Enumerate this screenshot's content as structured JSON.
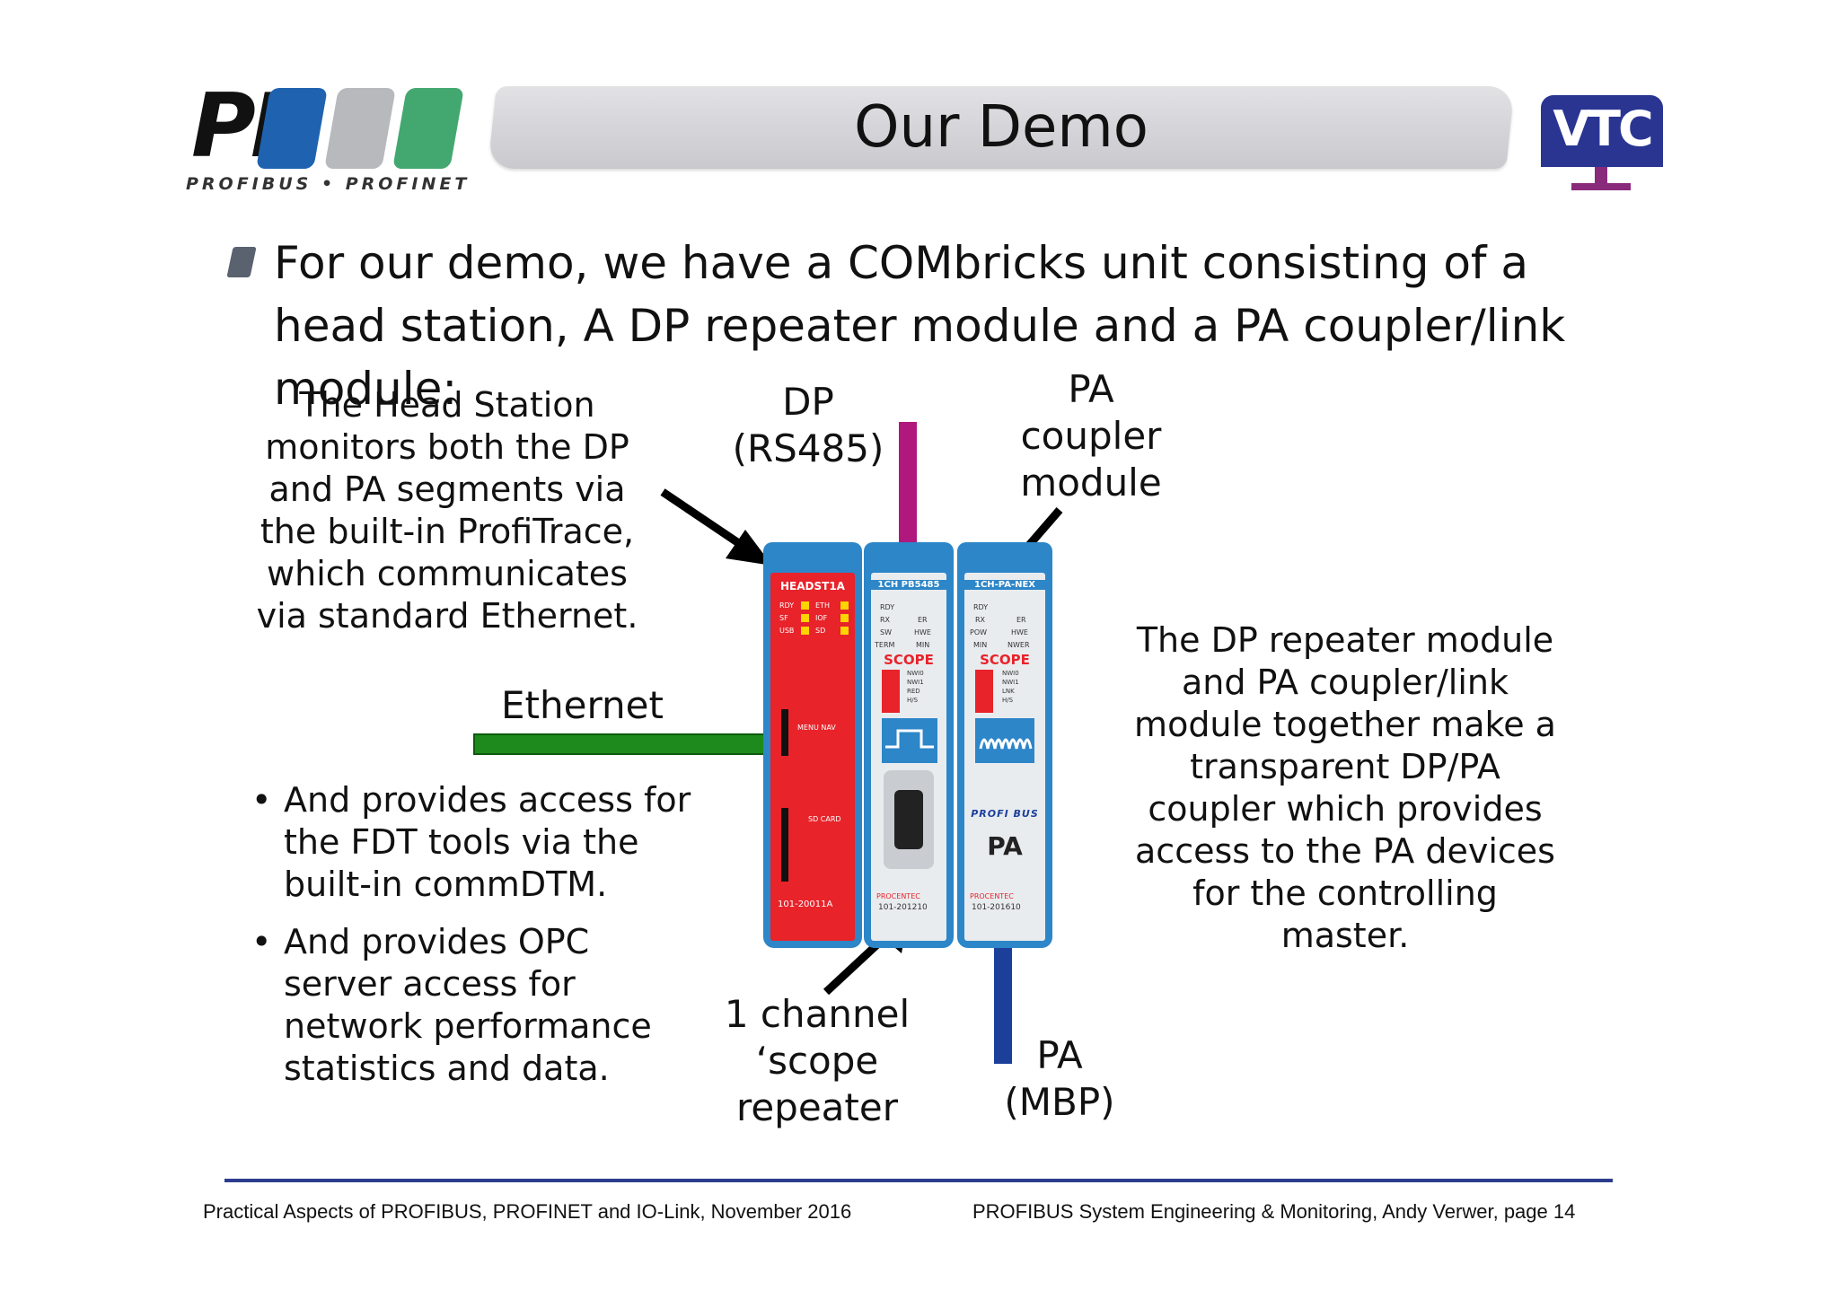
{
  "header": {
    "logo_text": "PI",
    "logo_subtitle": "PROFIBUS • PROFINET",
    "title": "Our Demo",
    "vtc_logo_text": "VTC"
  },
  "intro_bullet": "For our demo, we have a COMbricks unit consisting of a head station, A DP repeater module and a PA coupler/link module:",
  "annotations": {
    "head_station": "The Head Station monitors both the DP and PA segments via the built-in ProfiTrace, which communicates via standard Ethernet.",
    "dp_label_line1": "DP",
    "dp_label_line2": "(RS485)",
    "pa_coupler_line1": "PA",
    "pa_coupler_line2": "coupler",
    "pa_coupler_line3": "module",
    "ethernet": "Ethernet",
    "fdt_bullet": "And provides access for the FDT tools via the built-in commDTM.",
    "opc_bullet": "And provides OPC server access for network performance statistics and data.",
    "scope_line1": "1 channel",
    "scope_line2": "‘scope",
    "scope_line3": "repeater",
    "pa_mbp_line1": "PA",
    "pa_mbp_line2": "(MBP)",
    "dp_repeater_text": "The DP repeater module and PA coupler/link module together make a transparent DP/PA coupler which provides access to the PA devices for the controlling master."
  },
  "device": {
    "head_module": {
      "label": "HEADST1A",
      "leds_left": [
        "RDY",
        "SF",
        "USB"
      ],
      "leds_right": [
        "ETH",
        "IOF",
        "SD"
      ],
      "menu_label": "MENU NAV",
      "sd_label": "SD CARD",
      "part_number": "101-20011A"
    },
    "repeater_module": {
      "label": "1CH PB5485",
      "status_rows": [
        [
          "RDY",
          ""
        ],
        [
          "RX",
          "ER"
        ],
        [
          "SW",
          "HWE"
        ],
        [
          "TERM",
          "MIN"
        ]
      ],
      "scope_text": "SCOPE",
      "switch_labels": [
        "NWI0",
        "NWI1",
        "RED",
        "H/S"
      ],
      "brand": "PROCENTEC",
      "part_number": "101-201210"
    },
    "coupler_module": {
      "label": "1CH-PA-NEX",
      "status_rows": [
        [
          "RDY",
          ""
        ],
        [
          "RX",
          "ER"
        ],
        [
          "POW",
          "HWE"
        ],
        [
          "MIN",
          "NWER"
        ]
      ],
      "scope_text": "SCOPE",
      "switch_labels": [
        "NWI0",
        "NWI1",
        "LNK",
        "H/S"
      ],
      "profibus_text": "PROFI BUS",
      "pa_text": "PA",
      "brand": "PROCENTEC",
      "part_number": "101-201610"
    }
  },
  "footer": {
    "left": "Practical Aspects of PROFIBUS, PROFINET and IO-Link, November 2016",
    "right": "PROFIBUS System Engineering & Monitoring, Andy Verwer, page 14"
  },
  "colors": {
    "head_red": "#e8232a",
    "module_blue": "#2d86c8",
    "dp_cable": "#b0187e",
    "pa_cable": "#1c3f9a",
    "ethernet_cable": "#1e8a1e",
    "footer_rule": "#2b3c8e"
  }
}
